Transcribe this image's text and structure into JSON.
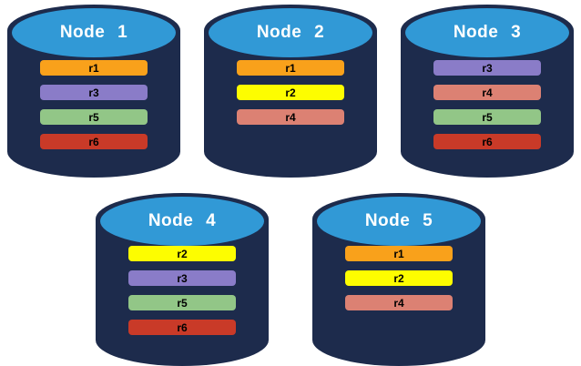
{
  "diagram": {
    "description": "Five database nodes showing replica placement",
    "colors": {
      "cylinder_body": "#1d2b4c",
      "cylinder_cap": "#3199d6",
      "title_text": "#ffffff",
      "bar_text": "#000000",
      "replicas": {
        "r1": "#f9a11b",
        "r2": "#fdfd00",
        "r3": "#8a7cc8",
        "r4": "#dc8173",
        "r5": "#92c687",
        "r6": "#c93a28"
      }
    },
    "nodes": [
      {
        "label": "Node 1",
        "replicas": [
          "r1",
          "r3",
          "r5",
          "r6"
        ]
      },
      {
        "label": "Node 2",
        "replicas": [
          "r1",
          "r2",
          "r4"
        ]
      },
      {
        "label": "Node 3",
        "replicas": [
          "r3",
          "r4",
          "r5",
          "r6"
        ]
      },
      {
        "label": "Node 4",
        "replicas": [
          "r2",
          "r3",
          "r5",
          "r6"
        ]
      },
      {
        "label": "Node 5",
        "replicas": [
          "r1",
          "r2",
          "r4"
        ]
      }
    ]
  }
}
